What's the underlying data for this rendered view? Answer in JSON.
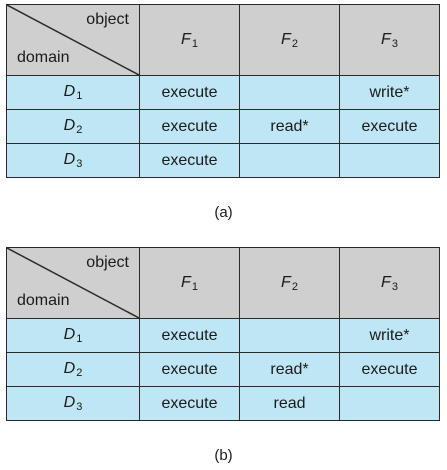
{
  "tables": [
    {
      "corner": {
        "object_label": "object",
        "domain_label": "domain"
      },
      "columns": [
        {
          "letter": "F",
          "sub": "1"
        },
        {
          "letter": "F",
          "sub": "2"
        },
        {
          "letter": "F",
          "sub": "3"
        }
      ],
      "rows": [
        {
          "letter": "D",
          "sub": "1",
          "cells": [
            "execute",
            "",
            "write*"
          ]
        },
        {
          "letter": "D",
          "sub": "2",
          "cells": [
            "execute",
            "read*",
            "execute"
          ]
        },
        {
          "letter": "D",
          "sub": "3",
          "cells": [
            "execute",
            "",
            ""
          ]
        }
      ],
      "caption": "(a)"
    },
    {
      "corner": {
        "object_label": "object",
        "domain_label": "domain"
      },
      "columns": [
        {
          "letter": "F",
          "sub": "1"
        },
        {
          "letter": "F",
          "sub": "2"
        },
        {
          "letter": "F",
          "sub": "3"
        }
      ],
      "rows": [
        {
          "letter": "D",
          "sub": "1",
          "cells": [
            "execute",
            "",
            "write*"
          ]
        },
        {
          "letter": "D",
          "sub": "2",
          "cells": [
            "execute",
            "read*",
            "execute"
          ]
        },
        {
          "letter": "D",
          "sub": "3",
          "cells": [
            "execute",
            "read",
            ""
          ]
        }
      ],
      "caption": "(b)"
    }
  ],
  "colors": {
    "header_fill": "#cfcfcf",
    "cell_fill": "#bfe6f5",
    "border": "#2a2a2a"
  }
}
